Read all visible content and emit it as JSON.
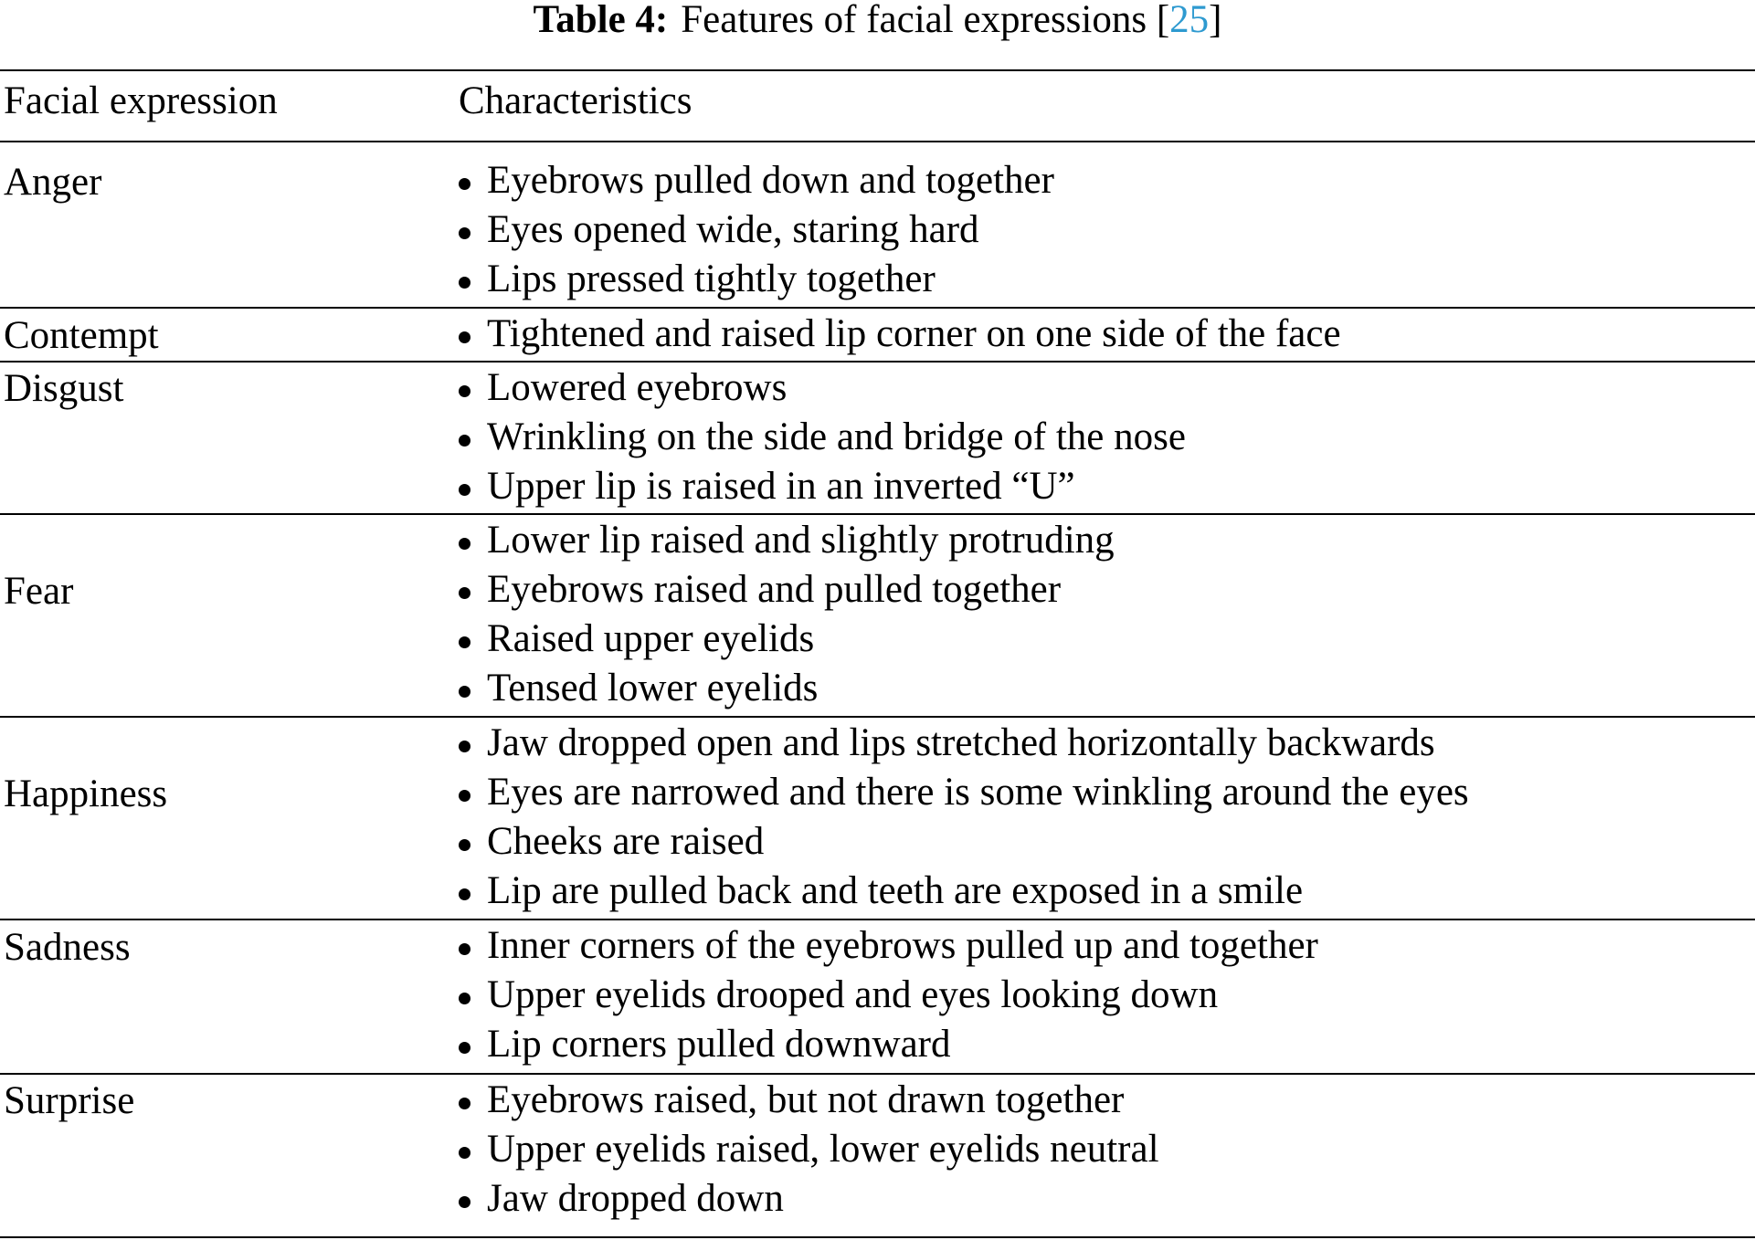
{
  "caption": {
    "label": "Table 4:",
    "text": "Features of facial expressions [",
    "ref": "25",
    "close": "]"
  },
  "header": {
    "expression": "Facial expression",
    "characteristics": "Characteristics"
  },
  "rows": [
    {
      "expression": "Anger",
      "characteristics": [
        "Eyebrows pulled down and together",
        "Eyes opened wide, staring hard",
        "Lips pressed tightly together"
      ]
    },
    {
      "expression": "Contempt",
      "characteristics": [
        "Tightened and raised lip corner on one side of the face"
      ]
    },
    {
      "expression": "Disgust",
      "characteristics": [
        "Lowered eyebrows",
        "Wrinkling on the side and bridge of the nose",
        "Upper lip is raised in an inverted “U”"
      ]
    },
    {
      "expression": "Fear",
      "characteristics": [
        "Lower lip raised and slightly protruding",
        "Eyebrows raised and pulled together",
        "Raised upper eyelids",
        "Tensed lower eyelids"
      ]
    },
    {
      "expression": "Happiness",
      "characteristics": [
        "Jaw dropped open and lips stretched horizontally backwards",
        "Eyes are narrowed and there is some winkling around the eyes",
        "Cheeks are raised",
        "Lip are pulled back and teeth are exposed in a smile"
      ]
    },
    {
      "expression": "Sadness",
      "characteristics": [
        "Inner corners of the eyebrows pulled up and together",
        "Upper eyelids drooped and eyes looking down",
        "Lip corners pulled downward"
      ]
    },
    {
      "expression": "Surprise",
      "characteristics": [
        "Eyebrows raised, but not drawn together",
        "Upper eyelids raised, lower eyelids neutral",
        "Jaw dropped down"
      ]
    }
  ]
}
